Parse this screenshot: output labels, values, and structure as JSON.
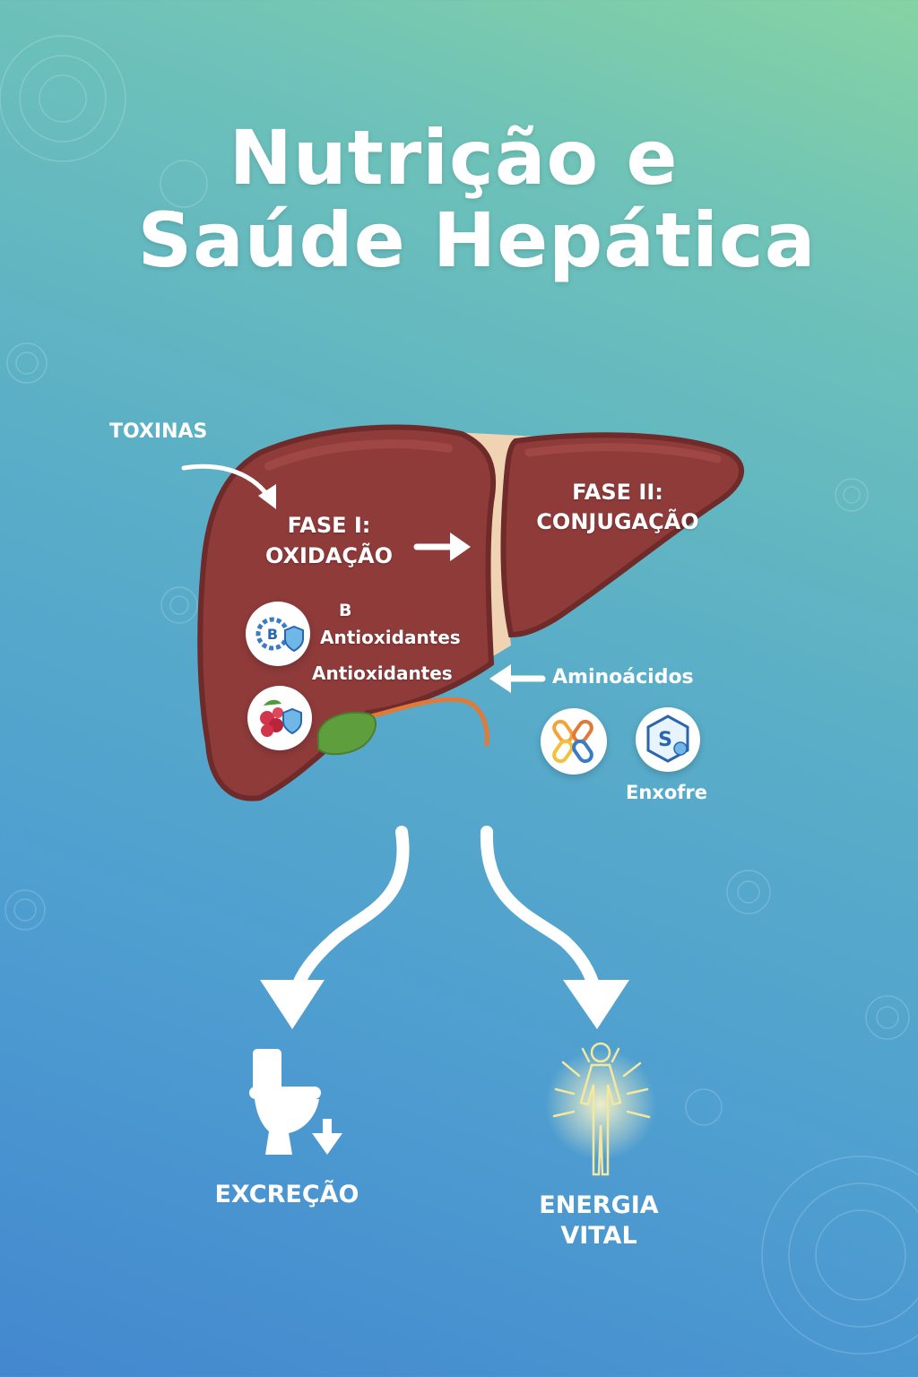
{
  "title": {
    "line1": "Nutrição e",
    "line2": "Saúde Hepática"
  },
  "labels": {
    "toxins": "TOXINAS",
    "phase1_line1": "FASE I:",
    "phase1_line2": "OXIDAÇÃO",
    "phase2_line1": "FASE II:",
    "phase2_line2": "CONJUGAÇÃO",
    "b_label": "B",
    "antioxidants_overlap": "Antioxidantes",
    "antioxidants": "Antioxidantes",
    "amino_acids": "Aminoácidos",
    "sulfur": "Enxofre",
    "excretion": "EXCREÇÃO",
    "energy_line1": "ENERGIA",
    "energy_line2": "VITAL"
  },
  "icons": {
    "b_vitamin": "vitamin-b-gear-shield-icon",
    "berries": "berries-shield-icon",
    "chain": "chain-link-icon",
    "sulfur": "sulfur-hexagon-icon",
    "toilet": "toilet-icon",
    "body": "glowing-body-icon"
  },
  "colors": {
    "liver": "#8e3b3a",
    "liver_outline": "#6f2a2a",
    "ligament": "#f0d3b3",
    "gallbladder": "#5f9e3d",
    "bile_duct": "#e07a3a",
    "energy_glow": "#f4e7a0"
  }
}
